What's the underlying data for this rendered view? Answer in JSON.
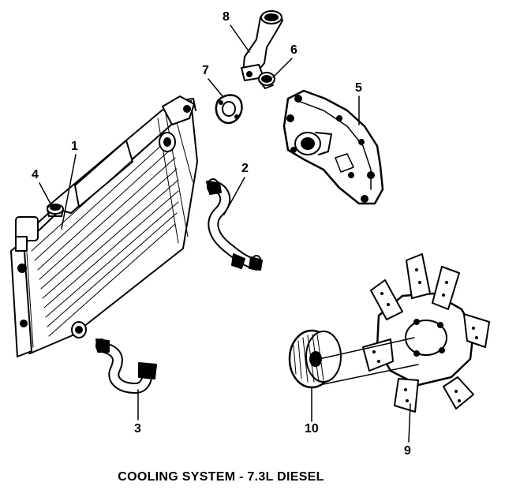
{
  "caption": "COOLING SYSTEM - 7.3L DIESEL",
  "callouts": {
    "c1": "1",
    "c2": "2",
    "c3": "3",
    "c4": "4",
    "c5": "5",
    "c6": "6",
    "c7": "7",
    "c8": "8",
    "c9": "9",
    "c10": "10"
  },
  "parts": {
    "radiator": "radiator-icon",
    "upper_hose": "upper-hose-icon",
    "lower_hose": "lower-hose-icon",
    "radiator_cap": "radiator-cap-icon",
    "water_pump": "water-pump-icon",
    "thermostat": "thermostat-icon",
    "gasket": "gasket-icon",
    "water_outlet": "water-outlet-icon",
    "fan_blade": "fan-blade-icon",
    "fan_clutch": "fan-clutch-icon"
  },
  "line_color": "#000000"
}
